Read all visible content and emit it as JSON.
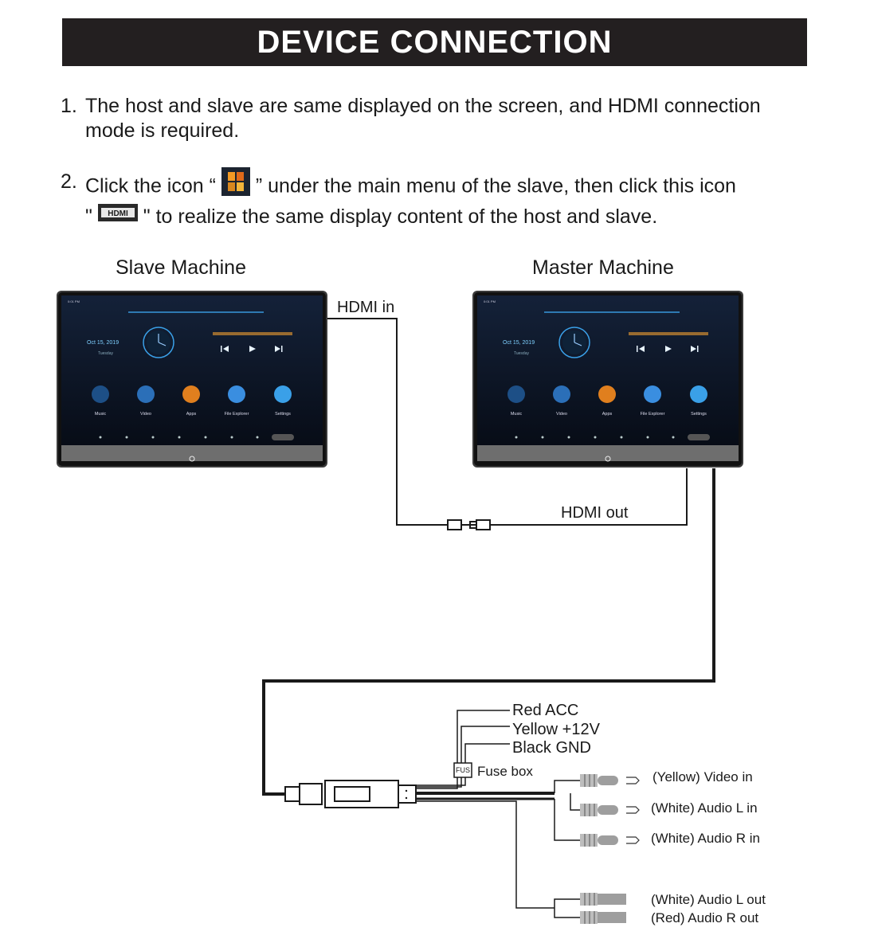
{
  "header": {
    "title": "DEVICE CONNECTION"
  },
  "steps": [
    {
      "num": "1.",
      "lines": [
        "The host and slave are same displayed on the screen, and HDMI connection",
        "mode is required."
      ]
    },
    {
      "num": "2.",
      "line1_before": "Click the icon “",
      "line1_after": "” under the main menu of the slave, then click this icon",
      "line2_before": "\"",
      "hdmi_badge": "HDMI",
      "line2_after": "\" to realize the same display content of the host and slave."
    }
  ],
  "machines": {
    "slave": {
      "label": "Slave Machine"
    },
    "master": {
      "label": "Master Machine"
    }
  },
  "screen_ui": {
    "status_time": "0:01 PM",
    "date": "Oct 15, 2019",
    "day": "Tuesday",
    "apps": [
      "Music",
      "Video",
      "Apps",
      "File Explorer",
      "Settings"
    ]
  },
  "connections": {
    "hdmi_in": "HDMI in",
    "hdmi_out": "HDMI out",
    "power": [
      "Red ACC",
      "Yellow +12V",
      "Black GND"
    ],
    "fuse_tag": "FUS",
    "fuse_box": "Fuse box",
    "rca_in": [
      "(Yellow) Video in",
      "(White) Audio L in",
      "(White) Audio R in"
    ],
    "rca_out": [
      "(White) Audio L out",
      "(Red) Audio R out"
    ]
  },
  "colors": {
    "banner_bg": "#231f20",
    "wire": "#1a1a1a",
    "screen_bg": "#0b1322",
    "accent": "#3aa0e8"
  }
}
